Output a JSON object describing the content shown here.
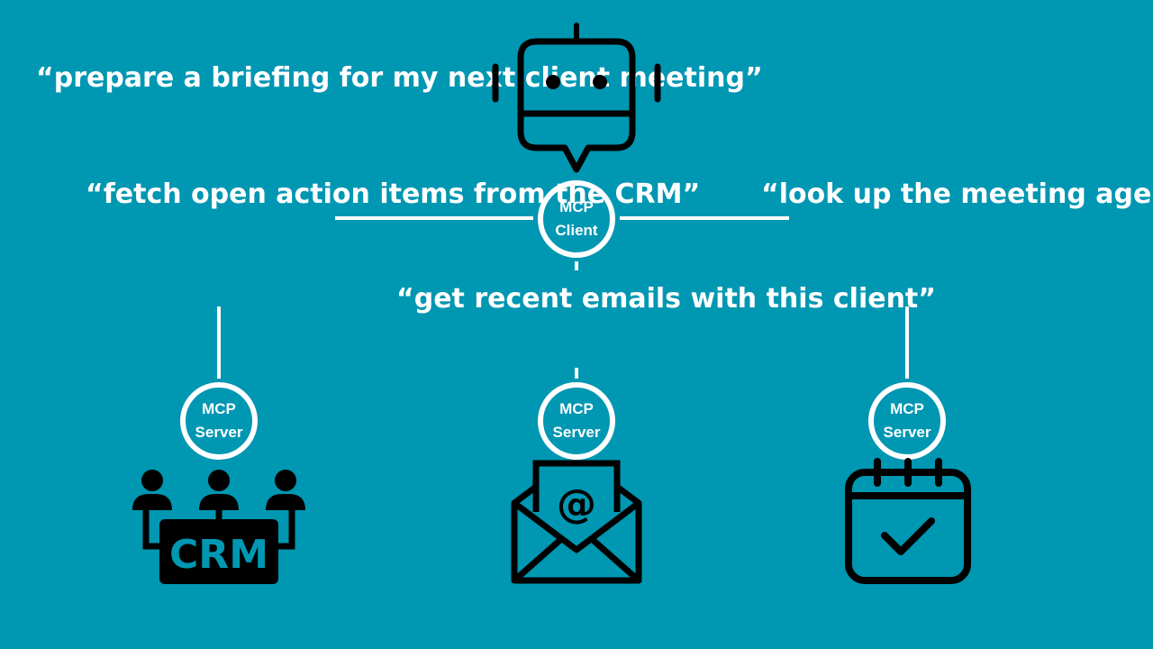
{
  "prompts": {
    "user_request": "“prepare a briefing for my next client meeting”",
    "crm_request": "“fetch open action items from the CRM”",
    "email_request": "“get recent emails with this client”",
    "calendar_request": "“look up the meeting agenda from the calendar”"
  },
  "client_node": {
    "line1": "MCP",
    "line2": "Client"
  },
  "servers": [
    {
      "line1": "MCP",
      "line2": "Server",
      "icon": "crm-people-icon"
    },
    {
      "line1": "MCP",
      "line2": "Server",
      "icon": "email-envelope-icon"
    },
    {
      "line1": "MCP",
      "line2": "Server",
      "icon": "calendar-check-icon"
    }
  ],
  "crm_icon_label": "CRM",
  "email_icon_symbol": "@",
  "colors": {
    "background": "#0097b2",
    "foreground": "#ffffff",
    "icon": "#000000"
  }
}
